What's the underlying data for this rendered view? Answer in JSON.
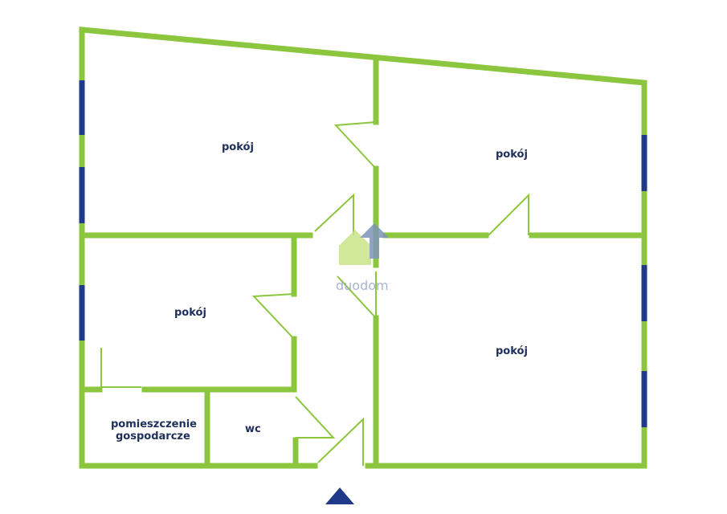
{
  "rooms": {
    "room1": "pokój",
    "room2": "pokój",
    "room3": "pokój",
    "room4": "pokój",
    "utility": [
      "pomieszczenie",
      "gospodarcze"
    ],
    "wc": "wc"
  },
  "logo": {
    "text": "duodom"
  },
  "colors": {
    "wall": "#8cc63f",
    "window": "#1f3a8a",
    "label": "#1e2f5a"
  }
}
